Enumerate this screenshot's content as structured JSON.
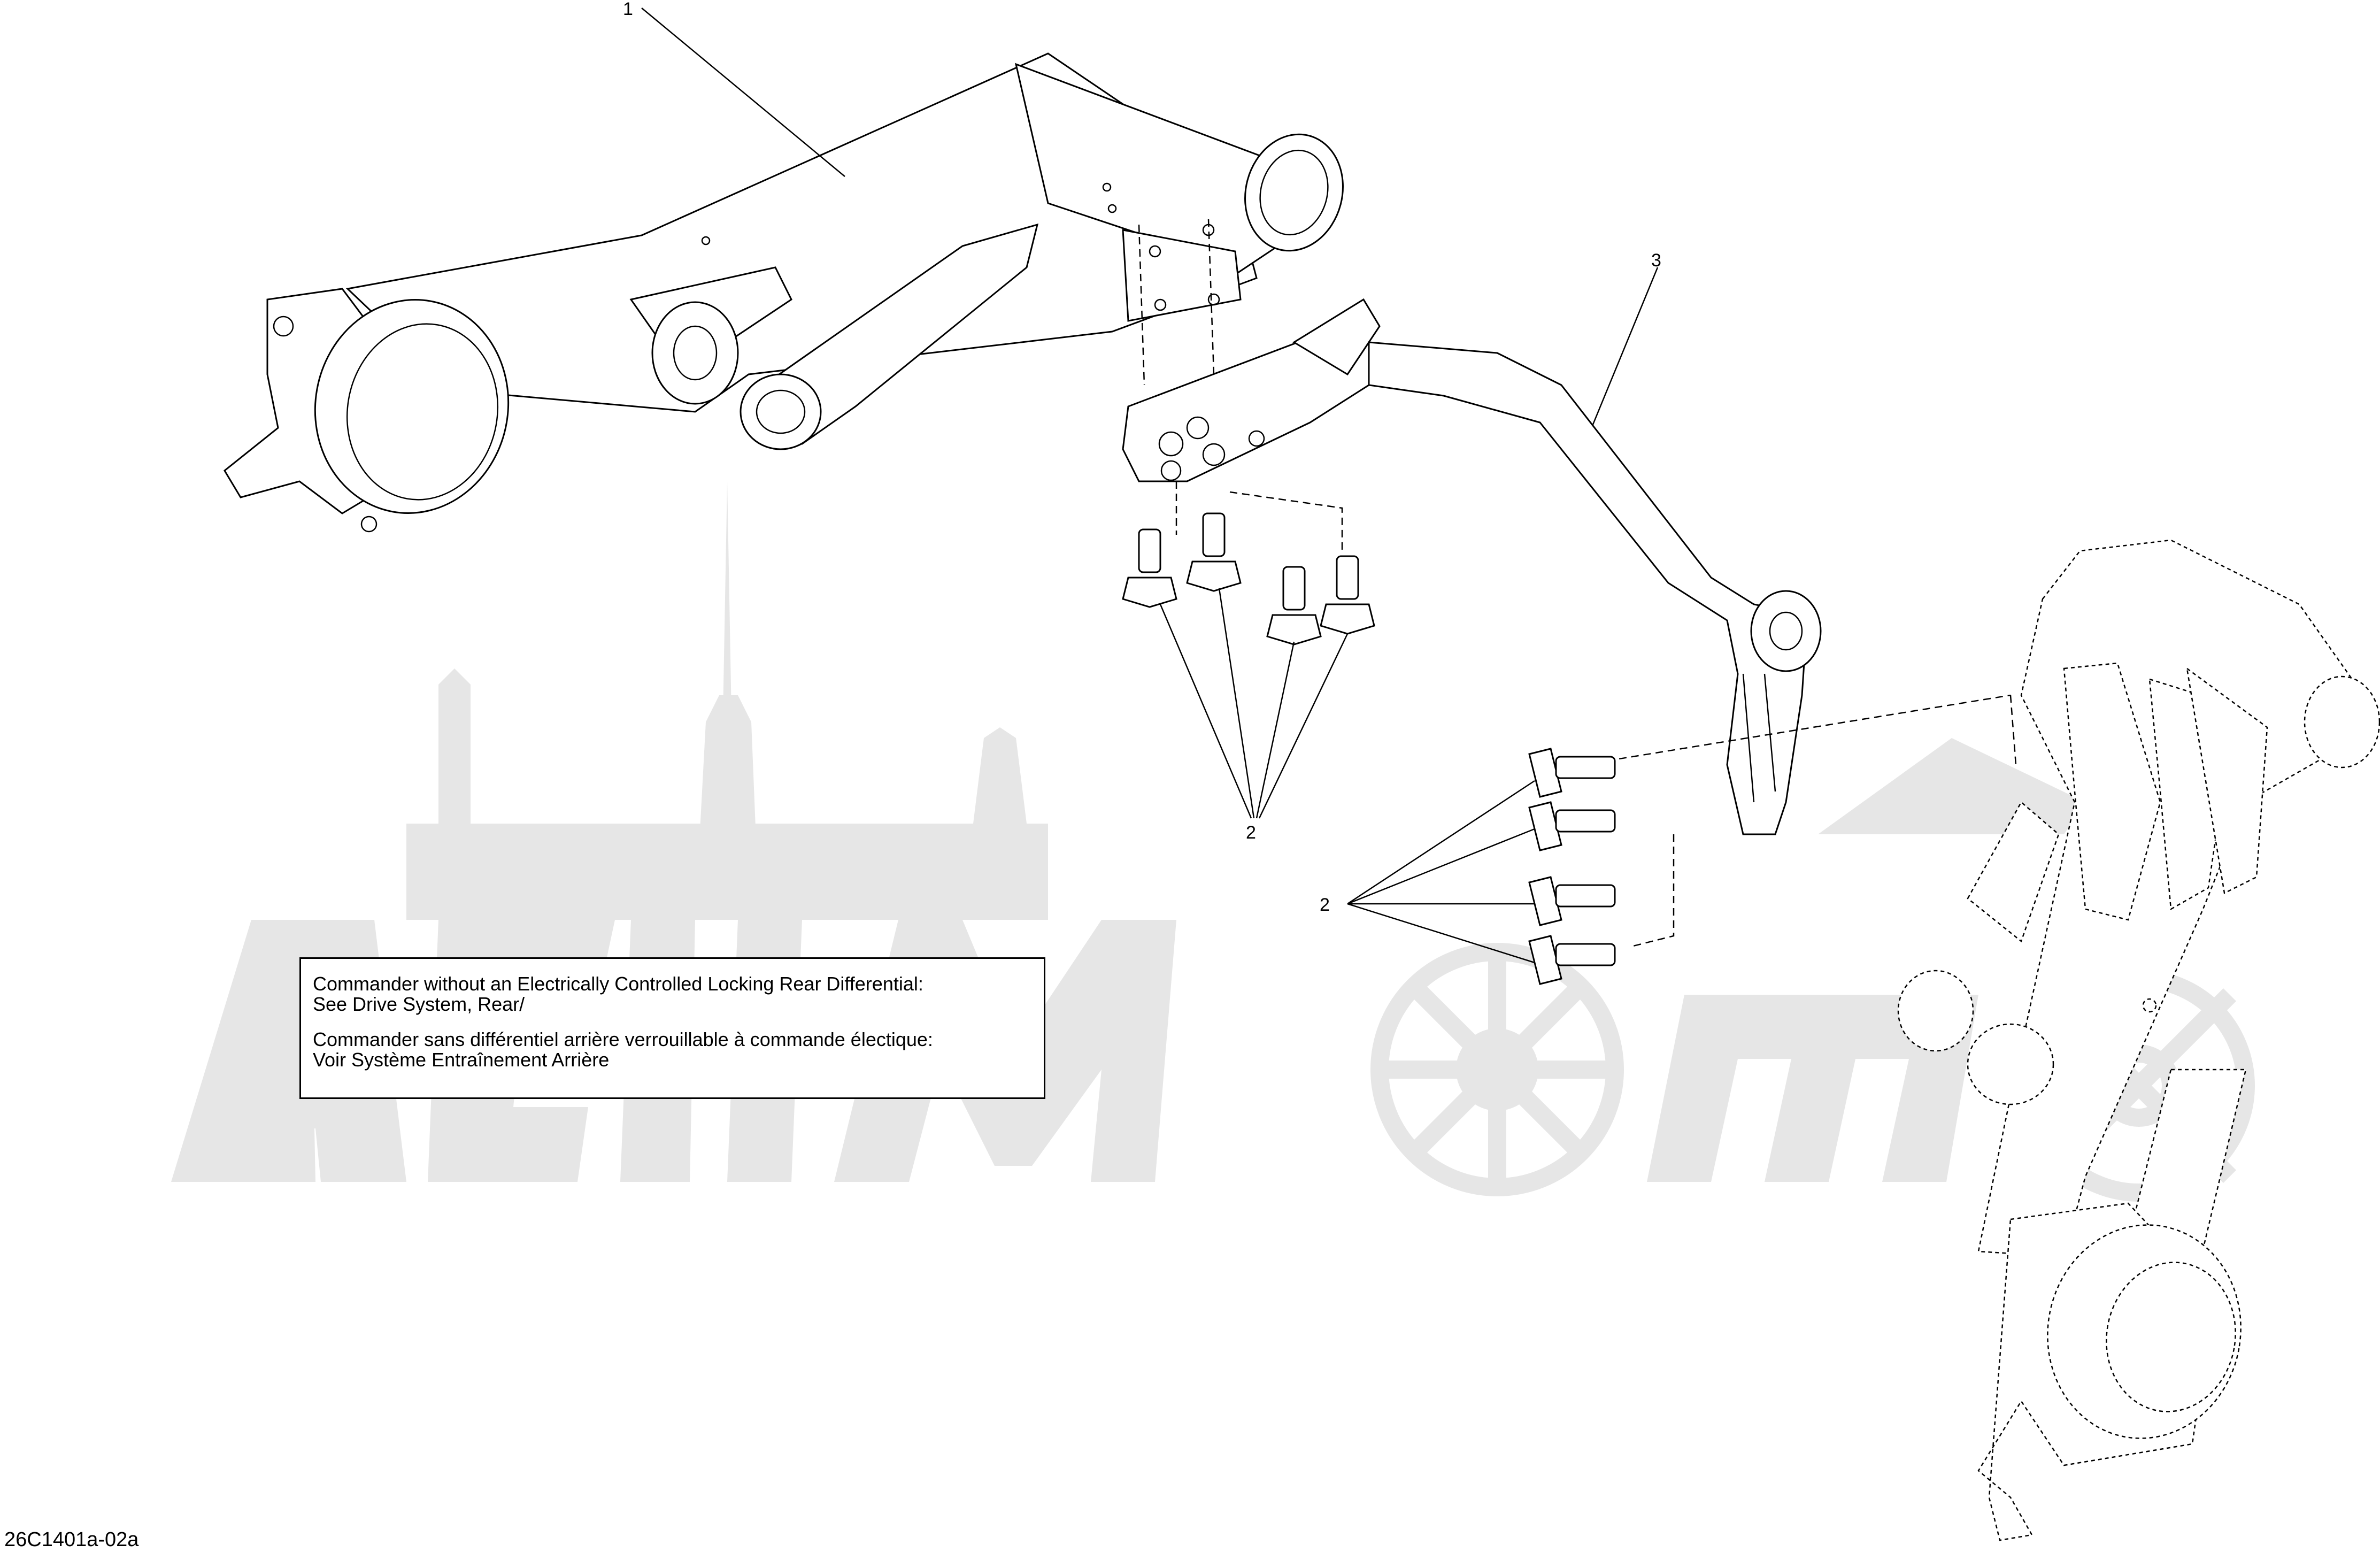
{
  "diagram": {
    "callouts": [
      {
        "id": "1"
      },
      {
        "id": "2"
      },
      {
        "id": "3"
      }
    ],
    "note": {
      "line1": "Commander without an Electrically Controlled Locking Rear Differential:",
      "line2": "See Drive System, Rear/",
      "line3": "Commander sans différentiel arrière verrouillable à commande électique:",
      "line4": "Voir Système Entraînement Arrière"
    },
    "code": "26C1401a-02a"
  }
}
